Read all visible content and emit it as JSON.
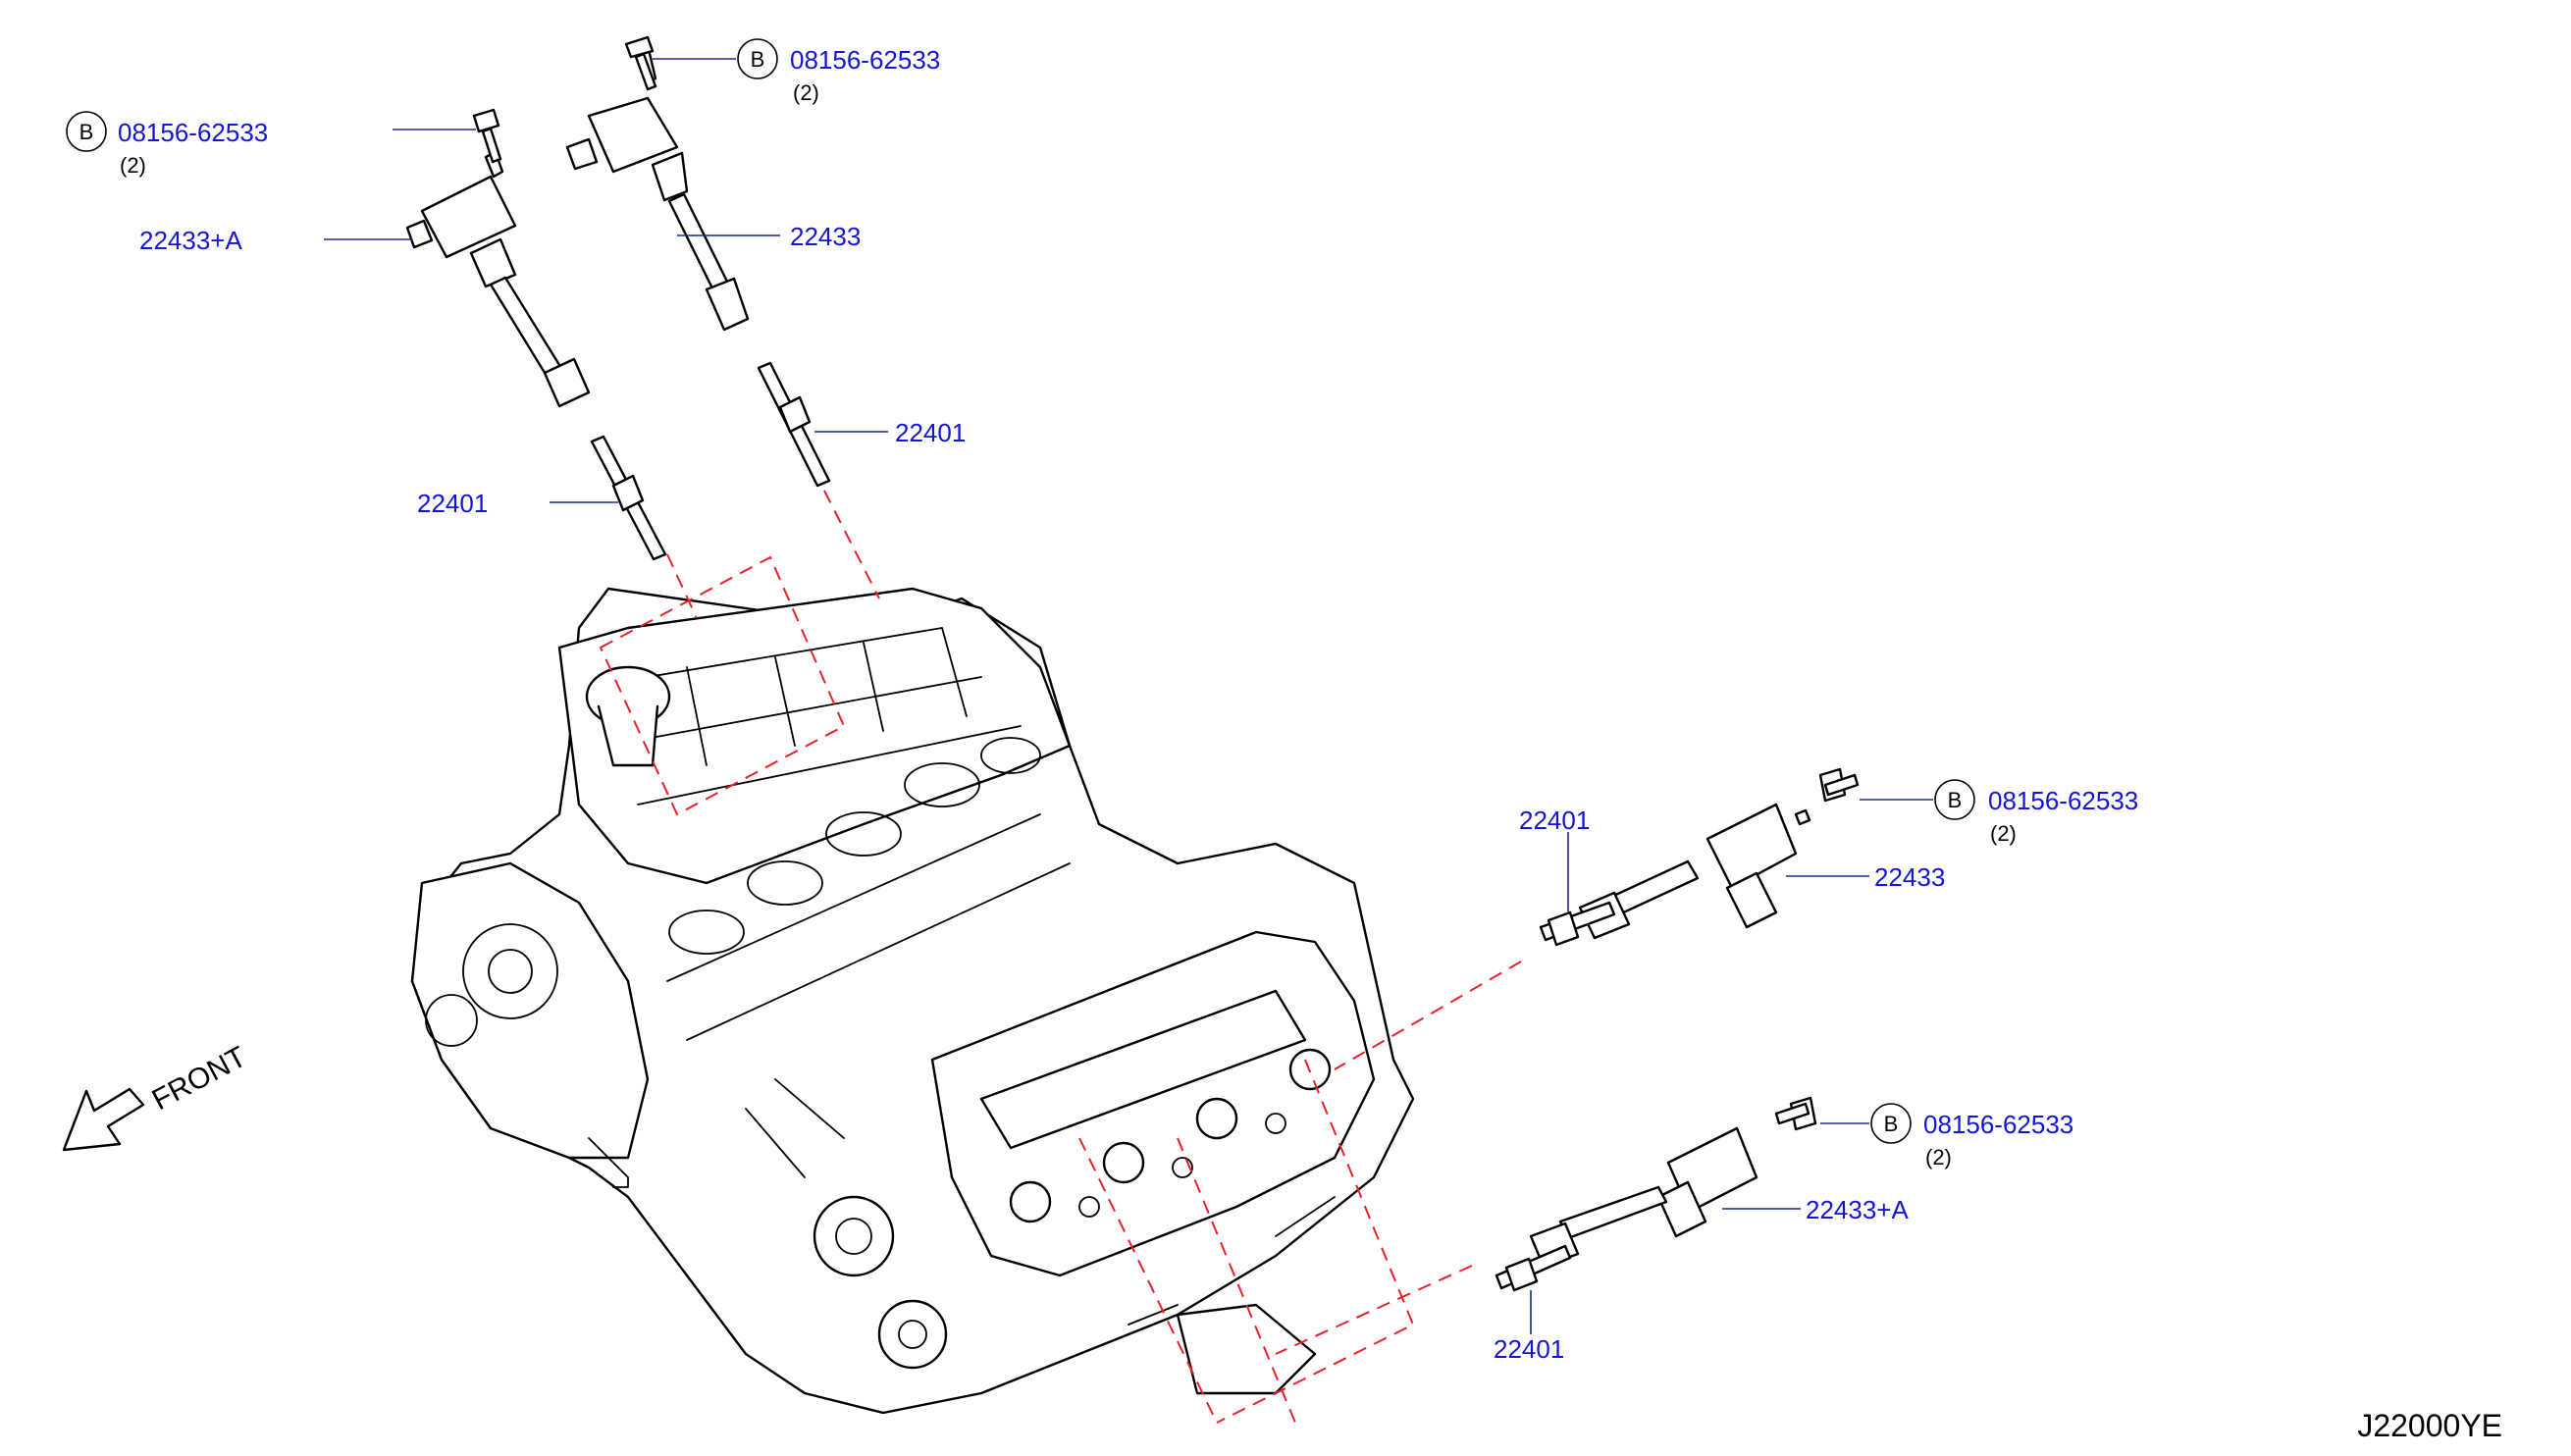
{
  "colors": {
    "part_number": "#1414d8",
    "leader": "#1a2a8a",
    "centerline": "#e8202a",
    "ink": "#000000"
  },
  "labels": {
    "bolt_top_right": {
      "marker": "B",
      "part": "08156-62533",
      "qty": "(2)"
    },
    "bolt_top_left": {
      "marker": "B",
      "part": "08156-62533",
      "qty": "(2)"
    },
    "coil_top_left": {
      "part": "22433+A"
    },
    "coil_top_right": {
      "part": "22433"
    },
    "plug_top_right": {
      "part": "22401"
    },
    "plug_top_left": {
      "part": "22401"
    },
    "plug_mid_right": {
      "part": "22401"
    },
    "bolt_mid_right": {
      "marker": "B",
      "part": "08156-62533",
      "qty": "(2)"
    },
    "coil_mid_right": {
      "part": "22433"
    },
    "bolt_low_right": {
      "marker": "B",
      "part": "08156-62533",
      "qty": "(2)"
    },
    "coil_low_right": {
      "part": "22433+A"
    },
    "plug_low_right": {
      "part": "22401"
    }
  },
  "front_arrow": {
    "label": "FRONT"
  },
  "figure_code": "J22000YE"
}
